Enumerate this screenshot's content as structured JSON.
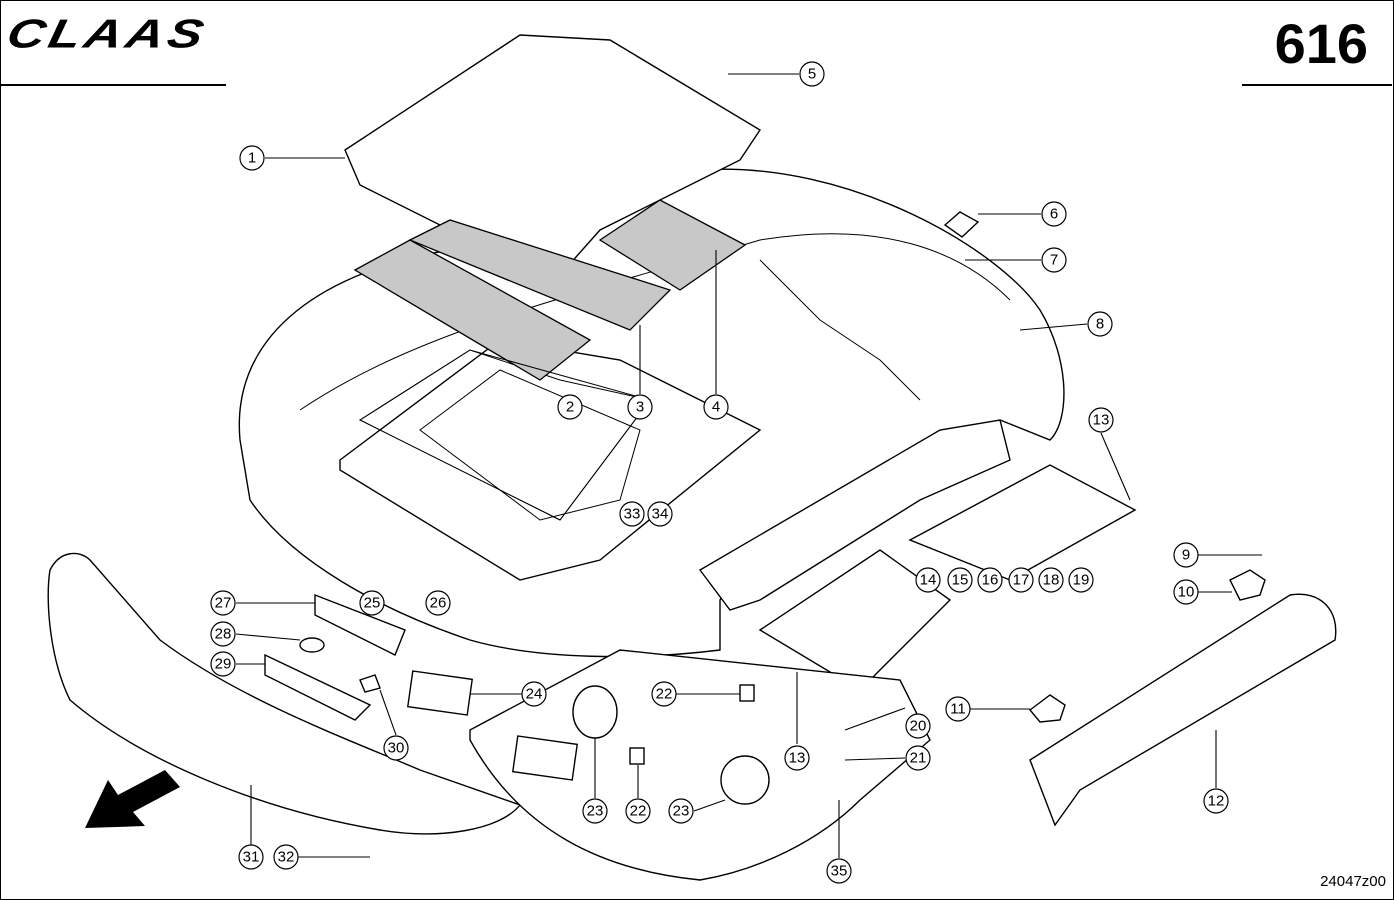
{
  "header": {
    "brand": "CLAAS",
    "page_number": "616"
  },
  "footer": {
    "drawing_code": "24047z00"
  },
  "callouts": [
    {
      "label": "1"
    },
    {
      "label": "2"
    },
    {
      "label": "3"
    },
    {
      "label": "4"
    },
    {
      "label": "5"
    },
    {
      "label": "6"
    },
    {
      "label": "7"
    },
    {
      "label": "8"
    },
    {
      "label": "9"
    },
    {
      "label": "10"
    },
    {
      "label": "11"
    },
    {
      "label": "12"
    },
    {
      "label": "13"
    },
    {
      "label": "13"
    },
    {
      "label": "14"
    },
    {
      "label": "15"
    },
    {
      "label": "16"
    },
    {
      "label": "17"
    },
    {
      "label": "18"
    },
    {
      "label": "19"
    },
    {
      "label": "20"
    },
    {
      "label": "21"
    },
    {
      "label": "22"
    },
    {
      "label": "22"
    },
    {
      "label": "23"
    },
    {
      "label": "23"
    },
    {
      "label": "24"
    },
    {
      "label": "25"
    },
    {
      "label": "26"
    },
    {
      "label": "27"
    },
    {
      "label": "28"
    },
    {
      "label": "29"
    },
    {
      "label": "30"
    },
    {
      "label": "31"
    },
    {
      "label": "32"
    },
    {
      "label": "33"
    },
    {
      "label": "34"
    },
    {
      "label": "35"
    }
  ]
}
